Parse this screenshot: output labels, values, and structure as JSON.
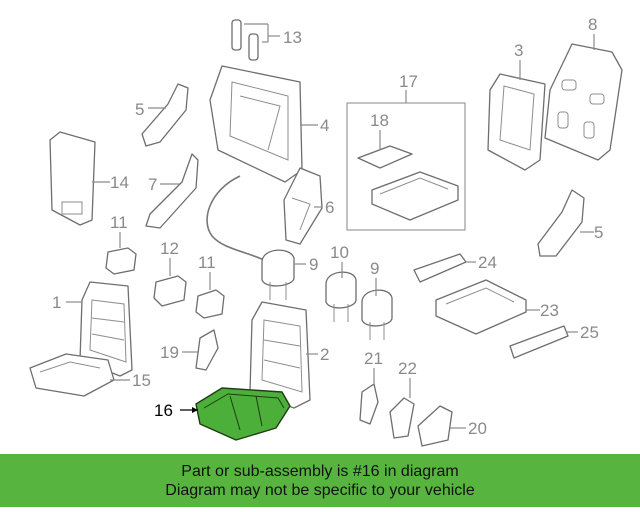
{
  "colors": {
    "banner_background": "#57b53f",
    "highlight_fill": "#4caf3a",
    "line_gray": "#8a8a8a"
  },
  "callouts": {
    "c1": "1",
    "c2": "2",
    "c3": "3",
    "c4": "4",
    "c5a": "5",
    "c5b": "5",
    "c6": "6",
    "c7": "7",
    "c8": "8",
    "c9a": "9",
    "c9b": "9",
    "c10": "10",
    "c11a": "11",
    "c11b": "11",
    "c12": "12",
    "c13": "13",
    "c14": "14",
    "c15": "15",
    "c16": "16",
    "c17": "17",
    "c18": "18",
    "c19": "19",
    "c20": "20",
    "c21": "21",
    "c22": "22",
    "c23": "23",
    "c24": "24",
    "c25": "25"
  },
  "highlight": {
    "part_number": "16"
  },
  "banner": {
    "line1": "Part or sub-assembly is #16 in diagram",
    "line2": "Diagram may not be specific to your vehicle"
  }
}
